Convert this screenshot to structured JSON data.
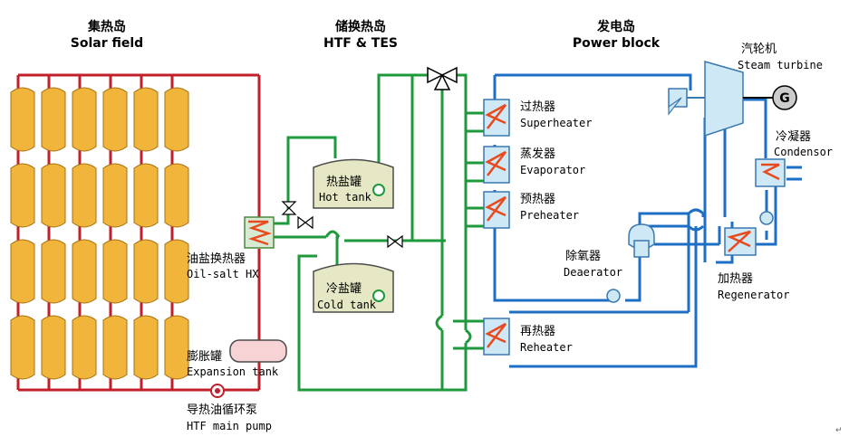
{
  "sections": {
    "solar": {
      "cn": "集热岛",
      "en": "Solar field"
    },
    "storage": {
      "cn": "储换热岛",
      "en": "HTF & TES"
    },
    "power": {
      "cn": "发电岛",
      "en": "Power block"
    }
  },
  "components": {
    "oil_salt_hx": {
      "cn": "油盐换热器",
      "en": "Oil-salt HX"
    },
    "expansion_tank": {
      "cn": "膨胀罐",
      "en": "Expansion tank"
    },
    "htf_pump": {
      "cn": "导热油循环泵",
      "en": "HTF main pump"
    },
    "hot_tank": {
      "cn": "热盐罐",
      "en": "Hot tank"
    },
    "cold_tank": {
      "cn": "冷盐罐",
      "en": "Cold tank"
    },
    "superheater": {
      "cn": "过热器",
      "en": "Superheater"
    },
    "evaporator": {
      "cn": "蒸发器",
      "en": "Evaporator"
    },
    "preheater": {
      "cn": "预热器",
      "en": "Preheater"
    },
    "reheater": {
      "cn": "再热器",
      "en": "Reheater"
    },
    "deaerator": {
      "cn": "除氧器",
      "en": "Deaerator"
    },
    "steam_turbine": {
      "cn": "汽轮机",
      "en": "Steam turbine"
    },
    "generator": {
      "symbol": "G"
    },
    "condensor": {
      "cn": "冷凝器",
      "en": "Condensor"
    },
    "regenerator": {
      "cn": "加热器",
      "en": "Regenerator"
    }
  },
  "colors": {
    "htf_oil": "#c0202a",
    "molten_salt": "#1e9a3c",
    "steam_water": "#1c6fc4",
    "collector": "#f0b53a",
    "expansion_tank": "#f7d3d6",
    "heat_exchanger_coil": "#e84a1e"
  }
}
